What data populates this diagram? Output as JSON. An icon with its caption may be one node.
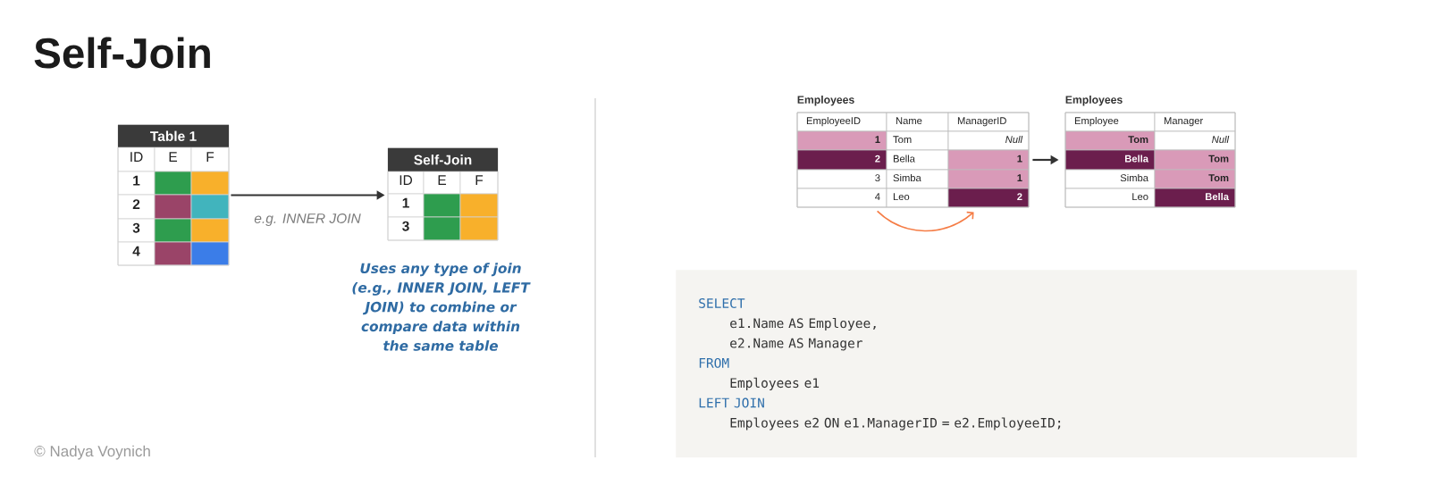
{
  "diagram": {
    "title": "Self-Join",
    "nodes": [
      {
        "text": [
          "Table 1"
        ]
      },
      {
        "text": [
          "Self-Join"
        ]
      },
      {
        "text": [
          "Employees"
        ]
      },
      {
        "text": [
          "Employees"
        ]
      },
      {
        "text": [
          "SELECT",
          "e1.Name AS Employee,",
          "e2.Name AS Manager",
          "FROM",
          "Employees e1",
          "LEFT JOIN",
          "Employees e2 ON e1.ManagerID = e2.EmployeeID;"
        ]
      }
    ],
    "edges": [
      {
        "from": 0,
        "to": 1,
        "arrow": "to",
        "label": "e.g. INNER JOIN"
      },
      {
        "from": 2,
        "to": 3,
        "arrow": "to"
      },
      {
        "from": 2,
        "to": 2,
        "arrow": "to",
        "color": "#f57c45"
      }
    ],
    "labels": [
      "ID",
      "E",
      "F",
      "1",
      "2",
      "3",
      "4",
      "ID",
      "E",
      "F",
      "1",
      "3",
      "Uses any type of join (e.g., INNER JOIN, LEFT JOIN) to combine or compare data within the same table",
      "EmployeeID",
      "Name",
      "ManagerID",
      "1",
      "Tom",
      "Null",
      "2",
      "Bella",
      "1",
      "3",
      "Simba",
      "1",
      "4",
      "Leo",
      "2",
      "Employee",
      "Manager",
      "Tom",
      "Null",
      "Bella",
      "Tom",
      "Simba",
      "Tom",
      "Leo",
      "Bella",
      "© Nadya Voynich"
    ]
  }
}
